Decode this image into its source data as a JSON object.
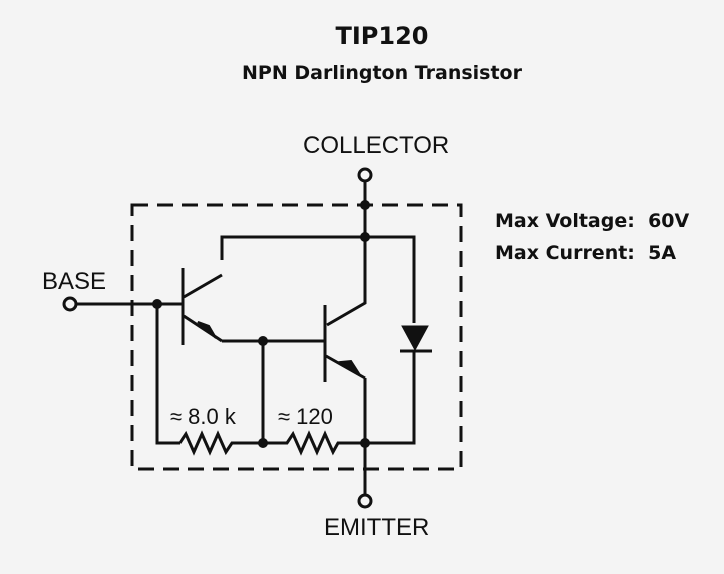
{
  "header": {
    "title": "TIP120",
    "subtitle": "NPN Darlington Transistor"
  },
  "specs": {
    "voltage_label": "Max Voltage:",
    "voltage_value": "60V",
    "current_label": "Max Current:",
    "current_value": "5A"
  },
  "terminals": {
    "collector": "COLLECTOR",
    "base": "BASE",
    "emitter": "EMITTER"
  },
  "resistors": {
    "r1": "≈ 8.0 k",
    "r2": "≈ 120"
  },
  "colors": {
    "background": "#f4f4f4",
    "ink": "#111111"
  }
}
